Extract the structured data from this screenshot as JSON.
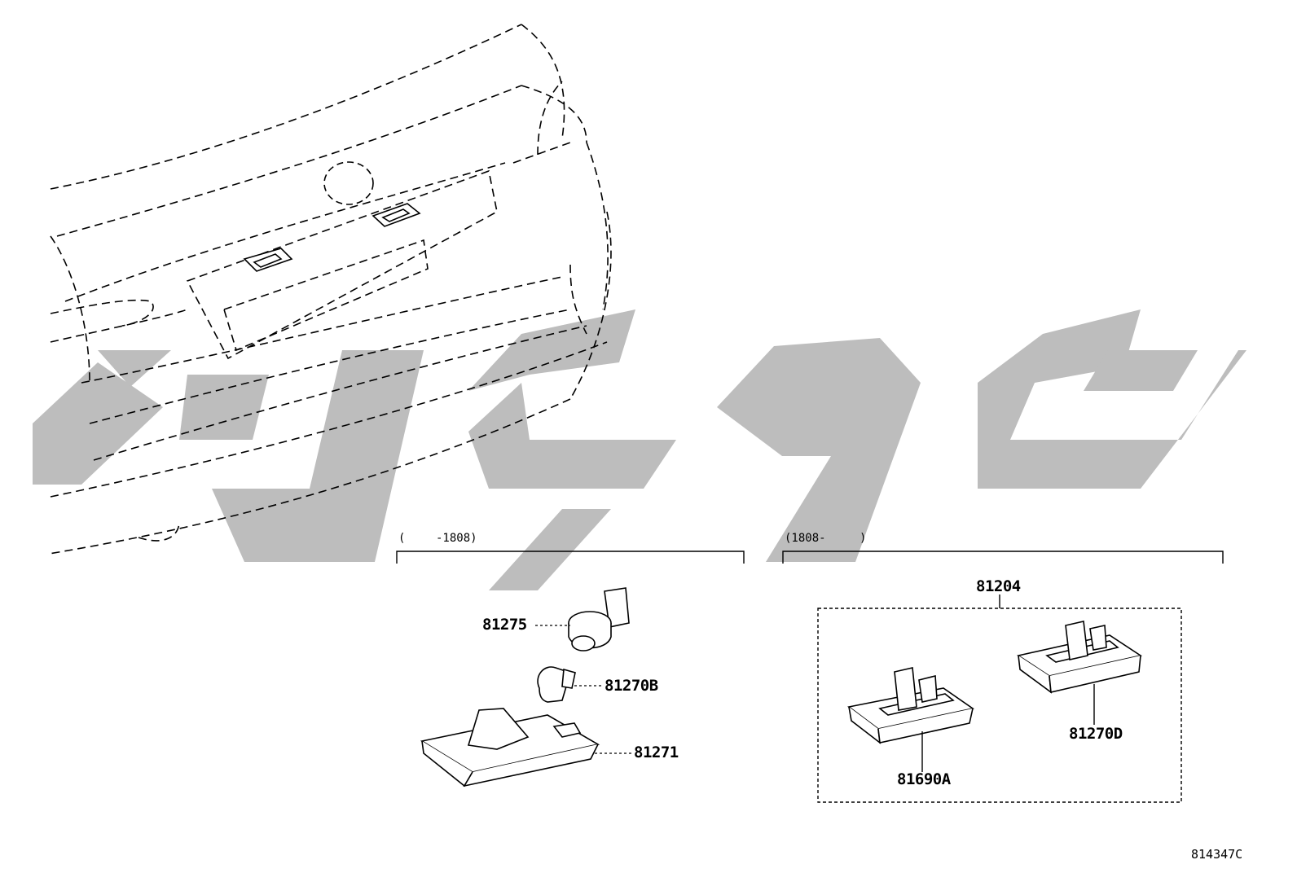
{
  "diagram": {
    "figure_code": "814347C",
    "groups": [
      {
        "range_open": "(",
        "range_value": "-1808)"
      },
      {
        "range_value": "(1808-",
        "range_close": ")"
      }
    ],
    "parts": {
      "p81275": "81275",
      "p81270B": "81270B",
      "p81271": "81271",
      "p81204": "81204",
      "p81690A": "81690A",
      "p81270D": "81270D"
    },
    "colors": {
      "line": "#000000",
      "watermark": "#bdbdbd"
    },
    "watermark": {
      "type": "logo"
    }
  }
}
